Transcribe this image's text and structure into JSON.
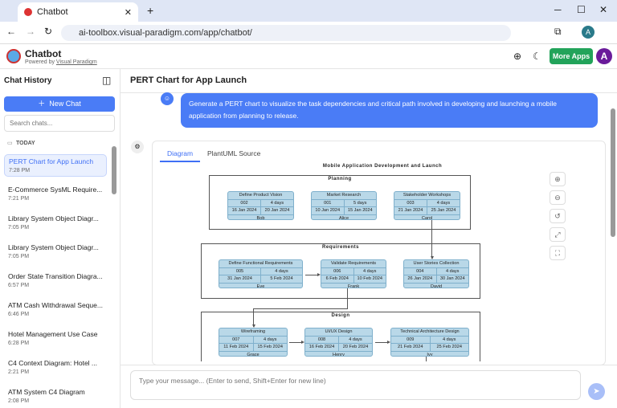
{
  "browser": {
    "tab_title": "Chatbot",
    "url": "ai-toolbox.visual-paradigm.com/app/chatbot/",
    "profile_initial": "A"
  },
  "app": {
    "title": "Chatbot",
    "powered_prefix": "Powered by ",
    "powered_link": "Visual Paradigm",
    "more_apps": "More Apps",
    "avatar": "A",
    "accent": "#3f6ff5"
  },
  "sidebar": {
    "heading": "Chat History",
    "new_chat": "New Chat",
    "search_placeholder": "Search chats...",
    "group": "TODAY",
    "items": [
      {
        "title": "PERT Chart for App Launch",
        "time": "7:28 PM"
      },
      {
        "title": "E-Commerce SysML Require...",
        "time": "7:21 PM"
      },
      {
        "title": "Library System Object Diagr...",
        "time": "7:05 PM"
      },
      {
        "title": "Library System Object Diagr...",
        "time": "7:05 PM"
      },
      {
        "title": "Order State Transition Diagra...",
        "time": "6:57 PM"
      },
      {
        "title": "ATM Cash Withdrawal Seque...",
        "time": "6:46 PM"
      },
      {
        "title": "Hotel Management Use Case",
        "time": "6:28 PM"
      },
      {
        "title": "C4 Context Diagram: Hotel ...",
        "time": "2:21 PM"
      },
      {
        "title": "ATM System C4 Diagram",
        "time": "2:08 PM"
      }
    ]
  },
  "main": {
    "title": "PERT Chart for App Launch",
    "user_message": "Generate a PERT chart to visualize the task dependencies and critical path involved in developing and launching a mobile application from planning to release.",
    "tabs": [
      "Diagram",
      "PlantUML Source"
    ],
    "input_placeholder": "Type your message... (Enter to send, Shift+Enter for new line)"
  },
  "diagram": {
    "title": "Mobile Application Development and Launch",
    "groups": [
      {
        "label": "Planning",
        "nodes": [
          {
            "name": "Define Product Vision",
            "id": "002",
            "duration": "4 days",
            "start": "16 Jan 2024",
            "end": "20 Jan 2024",
            "owner": "Bob"
          },
          {
            "name": "Market Research",
            "id": "001",
            "duration": "5 days",
            "start": "10 Jan 2024",
            "end": "15 Jan 2024",
            "owner": "Alice"
          },
          {
            "name": "Stakeholder Workshops",
            "id": "003",
            "duration": "4 days",
            "start": "21 Jan 2024",
            "end": "25 Jan 2024",
            "owner": "Carol"
          }
        ]
      },
      {
        "label": "Requirements",
        "nodes": [
          {
            "name": "Define Functional Requirements",
            "id": "005",
            "duration": "4 days",
            "start": "31 Jan 2024",
            "end": "5 Feb 2024",
            "owner": "Eve"
          },
          {
            "name": "Validate Requirements",
            "id": "006",
            "duration": "4 days",
            "start": "6 Feb 2024",
            "end": "10 Feb 2024",
            "owner": "Frank"
          },
          {
            "name": "User Stories Collection",
            "id": "004",
            "duration": "4 days",
            "start": "26 Jan 2024",
            "end": "30 Jan 2024",
            "owner": "David"
          }
        ]
      },
      {
        "label": "Design",
        "nodes": [
          {
            "name": "Wireframing",
            "id": "007",
            "duration": "4 days",
            "start": "11 Feb 2024",
            "end": "15 Feb 2024",
            "owner": "Grace"
          },
          {
            "name": "UI/UX Design",
            "id": "008",
            "duration": "4 days",
            "start": "16 Feb 2024",
            "end": "20 Feb 2024",
            "owner": "Henry"
          },
          {
            "name": "Technical Architecture Design",
            "id": "009",
            "duration": "4 days",
            "start": "21 Feb 2024",
            "end": "25 Feb 2024",
            "owner": "Ivy"
          }
        ]
      }
    ]
  }
}
